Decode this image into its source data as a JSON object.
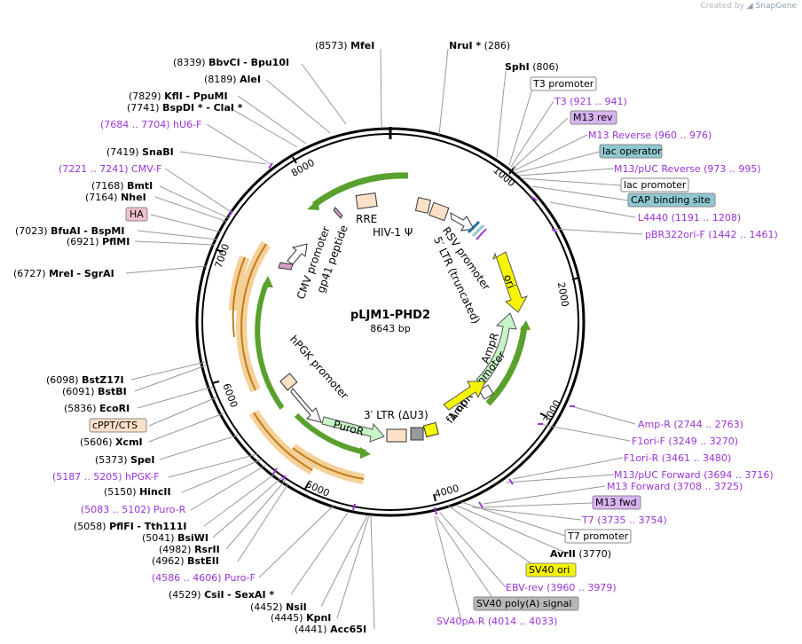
{
  "credit": {
    "created_by": "Created by",
    "brand": "SnapGene"
  },
  "map": {
    "name": "pLJM1-PHD2",
    "length": "8643 bp"
  },
  "ticks": [
    "1000",
    "2000",
    "3000",
    "4000",
    "5000",
    "6000",
    "7000",
    "8000"
  ],
  "features": {
    "rre": "RRE",
    "hiv_psi": "HIV-1 Ψ",
    "rsv_promoter": "RSV promoter",
    "ltr5": "5′ LTR (truncated)",
    "ori": "ori",
    "ampr": "AmpR",
    "ampr_promoter": "AmpR promoter",
    "f1_ori": "f1 ori",
    "ltr3": "3′ LTR (ΔU3)",
    "puror": "PuroR",
    "hpgk_promoter": "hPGK promoter",
    "cmv_promoter": "CMV promoter",
    "gp41": "gp41 peptide"
  },
  "left_labels": [
    {
      "pos": "(8573)",
      "name": "MfeI"
    },
    {
      "pos": "(8339)",
      "name": "BbvCI",
      "name2": "- Bpu10I"
    },
    {
      "pos": "(8189)",
      "name": "AleI"
    },
    {
      "pos": "(7829)",
      "name": "KflI",
      "name2": "- PpuMI"
    },
    {
      "pos": "(7741)",
      "name": "BspDI *",
      "name2": "- ClaI *"
    },
    {
      "primer": "(7684 .. 7704)  hU6-F"
    },
    {
      "pos": "(7419)",
      "name": "SnaBI"
    },
    {
      "primer": "(7221 .. 7241)  CMV-F"
    },
    {
      "pos": "(7168)",
      "name": "BmtI"
    },
    {
      "pos": "(7164)",
      "name": "NheI"
    },
    {
      "box": "HA"
    },
    {
      "pos": "(7023)",
      "name": "BfuAI",
      "name2": "- BspMI"
    },
    {
      "pos": "(6921)",
      "name": "PflMI"
    },
    {
      "pos": "(6727)",
      "name": "MreI",
      "name2": "- SgrAI"
    },
    {
      "pos": "(6098)",
      "name": "BstZ17I"
    },
    {
      "pos": "(6091)",
      "name": "BstBI"
    },
    {
      "pos": "(5836)",
      "name": "EcoRI"
    },
    {
      "box": "cPPT/CTS"
    },
    {
      "pos": "(5606)",
      "name": "XcmI"
    },
    {
      "pos": "(5373)",
      "name": "SpeI"
    },
    {
      "primer": "(5187 .. 5205)  hPGK-F"
    },
    {
      "pos": "(5150)",
      "name": "HincII"
    },
    {
      "primer": "(5083 .. 5102)  Puro-R"
    },
    {
      "pos": "(5058)",
      "name": "PflFI",
      "name2": "- Tth111I"
    },
    {
      "pos": "(5041)",
      "name": "BsiWI"
    },
    {
      "pos": "(4982)",
      "name": "RsrII"
    },
    {
      "pos": "(4962)",
      "name": "BstEII"
    },
    {
      "primer": "(4586 .. 4606)  Puro-F"
    },
    {
      "pos": "(4529)",
      "name": "CsiI",
      "name2": "- SexAI *"
    },
    {
      "pos": "(4452)",
      "name": "NsiI"
    },
    {
      "pos": "(4445)",
      "name": "KpnI"
    },
    {
      "pos": "(4441)",
      "name": "Acc65I"
    }
  ],
  "right_labels": [
    {
      "name": "NruI *",
      "pos": "(286)"
    },
    {
      "name": "SphI",
      "pos": "(806)"
    },
    {
      "box": "T3 promoter"
    },
    {
      "primer": "T3    (921 .. 941)"
    },
    {
      "box": "M13 rev"
    },
    {
      "primer": "M13 Reverse    (960 .. 976)"
    },
    {
      "box": "lac operator"
    },
    {
      "primer": "M13/pUC Reverse    (973 .. 995)"
    },
    {
      "box": "lac promoter"
    },
    {
      "box": "CAP binding site"
    },
    {
      "primer": "L4440    (1191 .. 1208)"
    },
    {
      "primer": "pBR322ori-F    (1442 .. 1461)"
    },
    {
      "primer": "Amp-R    (2744 .. 2763)"
    },
    {
      "primer": "F1ori-F    (3249 .. 3270)"
    },
    {
      "primer": "F1ori-R    (3461 .. 3480)"
    },
    {
      "primer": "M13/pUC Forward    (3694 .. 3716)"
    },
    {
      "primer": "M13 Forward    (3708 .. 3725)"
    },
    {
      "box": "M13 fwd"
    },
    {
      "primer": "T7    (3735 .. 3754)"
    },
    {
      "box": "T7 promoter"
    },
    {
      "name": "AvrII",
      "pos": "(3770)"
    },
    {
      "box": "SV40 ori"
    },
    {
      "primer": "EBV-rev    (3960 .. 3979)"
    },
    {
      "box": "SV40 poly(A) signal"
    },
    {
      "primer": "SV40pA-R    (4014 .. 4033)"
    }
  ],
  "colors": {
    "primer": "#9b33d6",
    "backbone": "#000000",
    "green_arrow": "#5aa02c",
    "orange_arrow": "#f5a623",
    "ori_yellow": "#f5f500",
    "ampr_fill": "#c8f5c8",
    "teal_box": "#8fc8d0",
    "purple_box": "#d9b3f0",
    "pink_box": "#f0c0cc",
    "peach_box": "#fde0c8"
  }
}
